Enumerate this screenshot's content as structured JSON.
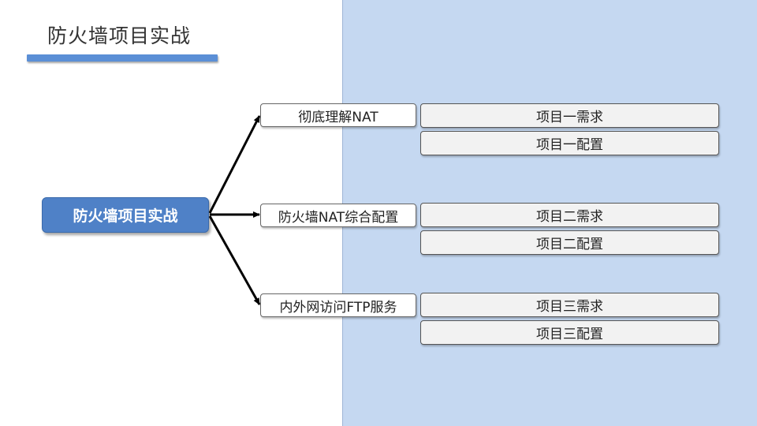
{
  "title": "防火墙项目实战",
  "root": "防火墙项目实战",
  "branches": [
    {
      "label": "彻底理解NAT",
      "items": [
        "项目一需求",
        "项目一配置"
      ]
    },
    {
      "label": "防火墙NAT综合配置",
      "items": [
        "项目二需求",
        "项目二配置"
      ]
    },
    {
      "label": "内外网访问FTP服务",
      "items": [
        "项目三需求",
        "项目三配置"
      ]
    }
  ],
  "colors": {
    "accent": "#5b8fd6",
    "root_fill": "#4f81c7",
    "panel": "#c5d8f1"
  }
}
